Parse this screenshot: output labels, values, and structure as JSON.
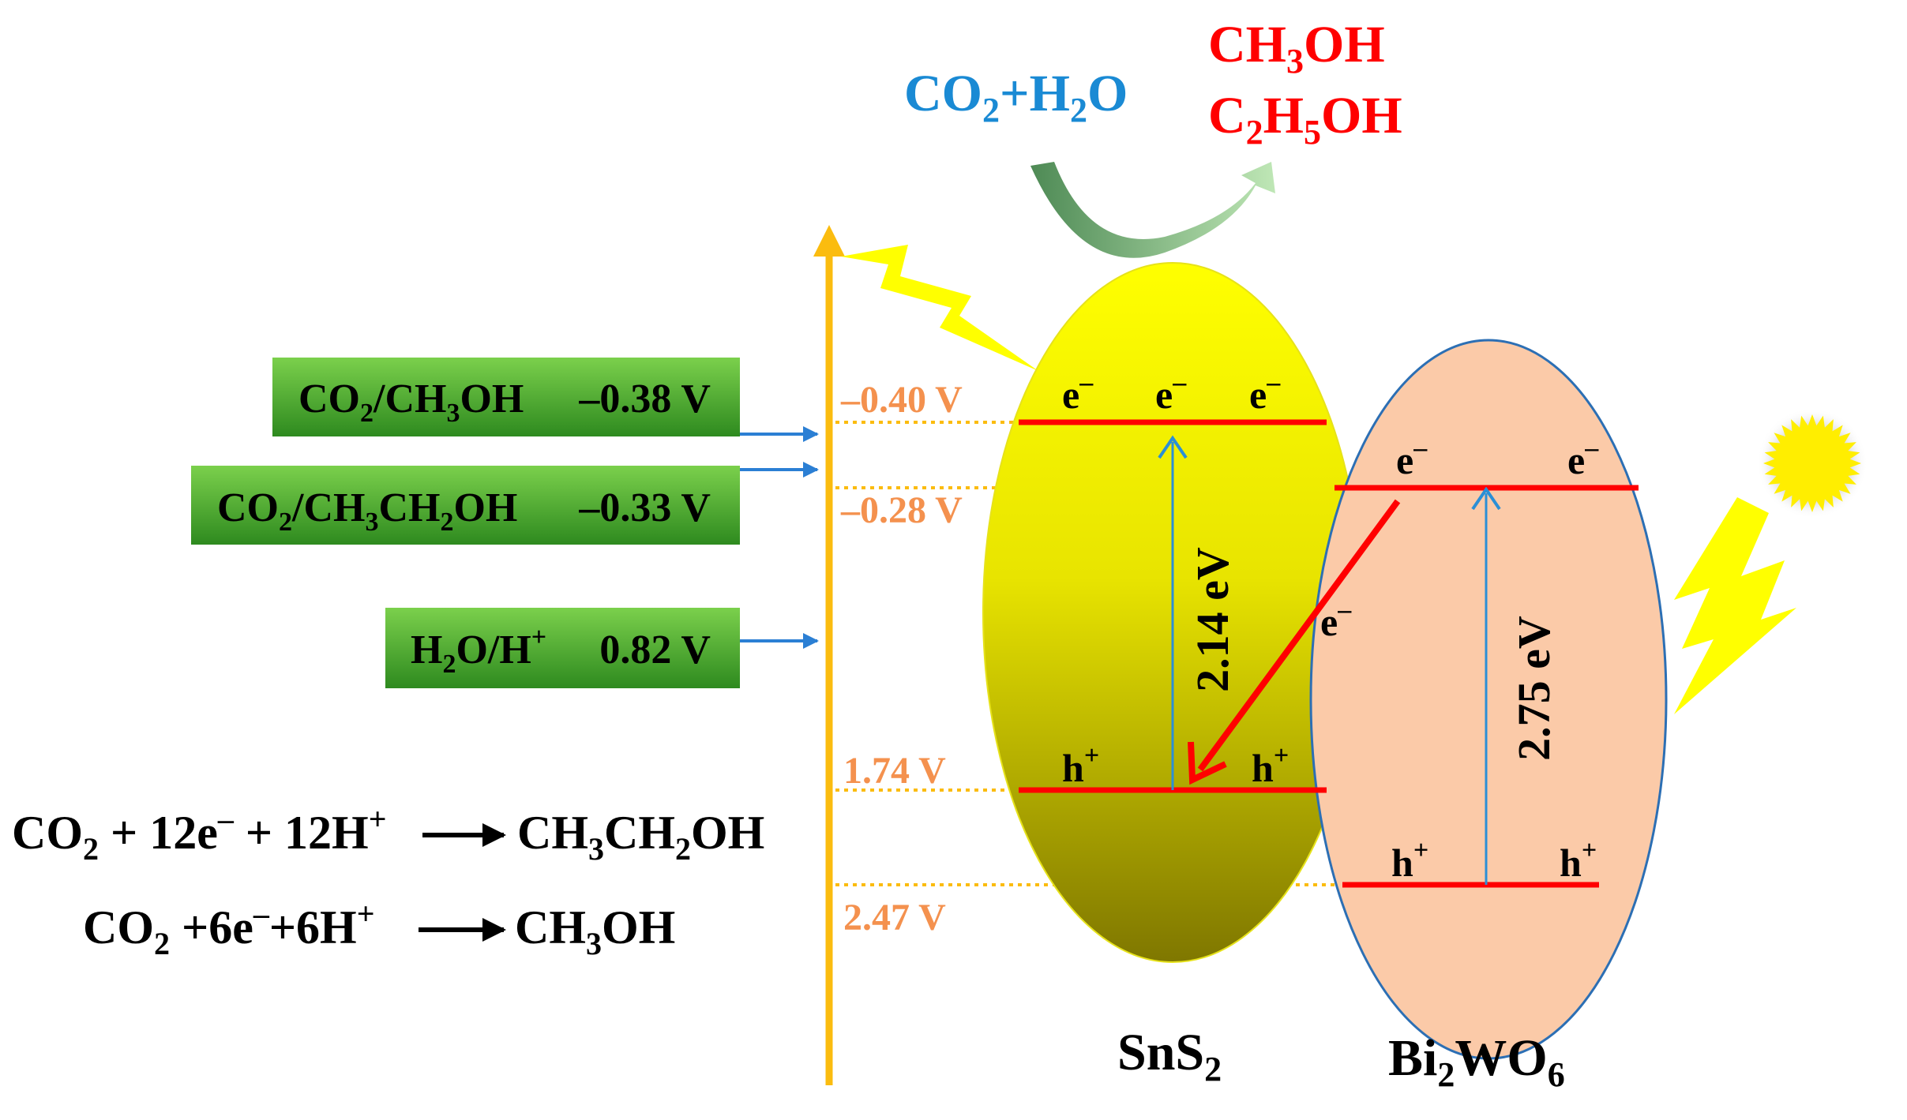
{
  "colors": {
    "axis": "#fbbc0f",
    "level_label": "#f4914e",
    "band_line": "#ff0000",
    "gap_arrow": "#2b8fd6",
    "reactant_text": "#1a8ad4",
    "product_text": "#ff0000",
    "potential_box_top": "#7bd04c",
    "potential_box_bottom": "#2e8a1f",
    "sns2_top": "#ffff00",
    "sns2_bottom": "#7f7700",
    "bi2wo6_fill": "#fbcaa8",
    "bi2wo6_stroke": "#2c6fb4",
    "sun": "#ffee00"
  },
  "reaction": {
    "reactants": {
      "p1": "CO",
      "s1": "2",
      "p2": "+H",
      "s2": "2",
      "p3": "O"
    },
    "product_1": {
      "p1": "CH",
      "s1": "3",
      "p2": "OH"
    },
    "product_2": {
      "p1": "C",
      "s1": "2",
      "p2": "H",
      "s2": "5",
      "p3": "OH"
    }
  },
  "potentials": [
    {
      "name": "co2-ch3oh-box",
      "p1": "CO",
      "s1": "2",
      "p2": "/CH",
      "s2": "3",
      "p3": "OH",
      "value": "–0.38 V"
    },
    {
      "name": "co2-ch3ch2oh-box",
      "p1": "CO",
      "s1": "2",
      "p2": "/CH",
      "s2": "3",
      "p3": "CH",
      "s3": "2",
      "p4": "OH",
      "value": "–0.33 V"
    },
    {
      "name": "h2o-h-box",
      "p1": "H",
      "s1": "2",
      "p2": "O/H",
      "sup": "+",
      "value": "0.82 V"
    }
  ],
  "levels": [
    "–0.40 V",
    "–0.28 V",
    "1.74 V",
    "2.47 V"
  ],
  "sns2": {
    "label": "SnS",
    "label_sub": "2",
    "gap": "2.14 eV",
    "electron": "e",
    "electron_sup": "–",
    "hole": "h",
    "hole_sup": "+"
  },
  "bi2wo6": {
    "p1": "Bi",
    "s1": "2",
    "p2": "WO",
    "s2": "6",
    "gap": "2.75 eV",
    "electron": "e",
    "electron_sup": "–",
    "hole": "h",
    "hole_sup": "+"
  },
  "transfer_electron": {
    "e": "e",
    "sup": "–"
  },
  "equations": {
    "eq1": {
      "lhs_a": "CO",
      "lhs_a_sub": "2",
      "lhs_b": " + 12e",
      "lhs_b_sup": "–",
      "lhs_c": " + 12H",
      "lhs_c_sup": "+",
      "rhs_a": "CH",
      "rhs_a_sub": "3",
      "rhs_b": "CH",
      "rhs_b_sub": "2",
      "rhs_c": "OH"
    },
    "eq2": {
      "lhs_a": "CO",
      "lhs_a_sub": "2",
      "lhs_b": " +6e",
      "lhs_b_sup": "–",
      "lhs_c": "+6H",
      "lhs_c_sup": "+",
      "rhs_a": "CH",
      "rhs_a_sub": "3",
      "rhs_b": "OH"
    }
  }
}
